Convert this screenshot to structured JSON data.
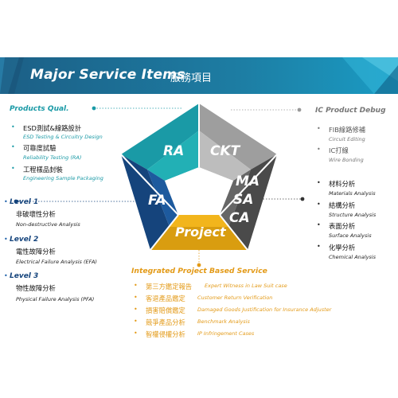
{
  "header": {
    "title": "Major Service Items",
    "subtitle": "服務項目"
  },
  "pentagon": {
    "ra": "RA",
    "ckt": "CKT",
    "fa": "FA",
    "ma": "MA",
    "sa": "SA",
    "ca": "CA",
    "project": "Project"
  },
  "products_qual": {
    "heading": "Products Qual.",
    "items": [
      {
        "zh": "ESD測試&線路設計",
        "en": "ESD Testing & Circuitry Design"
      },
      {
        "zh": "可靠度試驗",
        "en": "Reliability Testing (RA)"
      },
      {
        "zh": "工程樣品封裝",
        "en": "Engineering Sample Packaging"
      }
    ]
  },
  "levels": [
    {
      "label": "Level 1",
      "zh": "非破壞性分析",
      "en": "Non-destructive Analysis"
    },
    {
      "label": "Level 2",
      "zh": "電性故障分析",
      "en": "Electrical Failure Analysis (EFA)"
    },
    {
      "label": "Level 3",
      "zh": "物性故障分析",
      "en": "Physical Failure Analysis (PFA)"
    }
  ],
  "ic_debug": {
    "heading": "IC Product Debug",
    "items": [
      {
        "zh": "FIB線路修補",
        "en": "Circuit Editing"
      },
      {
        "zh": "IC打線",
        "en": "Wire Bonding"
      }
    ]
  },
  "materials": [
    {
      "zh": "材料分析",
      "en": "Materials Analysis"
    },
    {
      "zh": "結構分析",
      "en": "Structure Analysis"
    },
    {
      "zh": "表面分析",
      "en": "Surface Analysis"
    },
    {
      "zh": "化學分析",
      "en": "Chemical Analysis"
    }
  ],
  "integrated": {
    "heading": "Integrated Project Based Service",
    "items": [
      {
        "zh": "第三方鑑定報告",
        "en": "Expert Witness in Law Suit case"
      },
      {
        "zh": "客退產品鑑定",
        "en": "Customer Return Verification"
      },
      {
        "zh": "損害賠償鑑定",
        "en": "Damaged Goods Justification for Insurance Adjuster"
      },
      {
        "zh": "競爭產品分析",
        "en": "Benchmark Analysis"
      },
      {
        "zh": "智權侵權分析",
        "en": "IP Infringement Cases"
      }
    ]
  },
  "colors": {
    "banner": "#1a6d8f",
    "teal": "#1a9aa6",
    "navy": "#15447c",
    "gray": "#9a9a9a",
    "dark": "#4a4a4a",
    "gold": "#f2b51c"
  }
}
